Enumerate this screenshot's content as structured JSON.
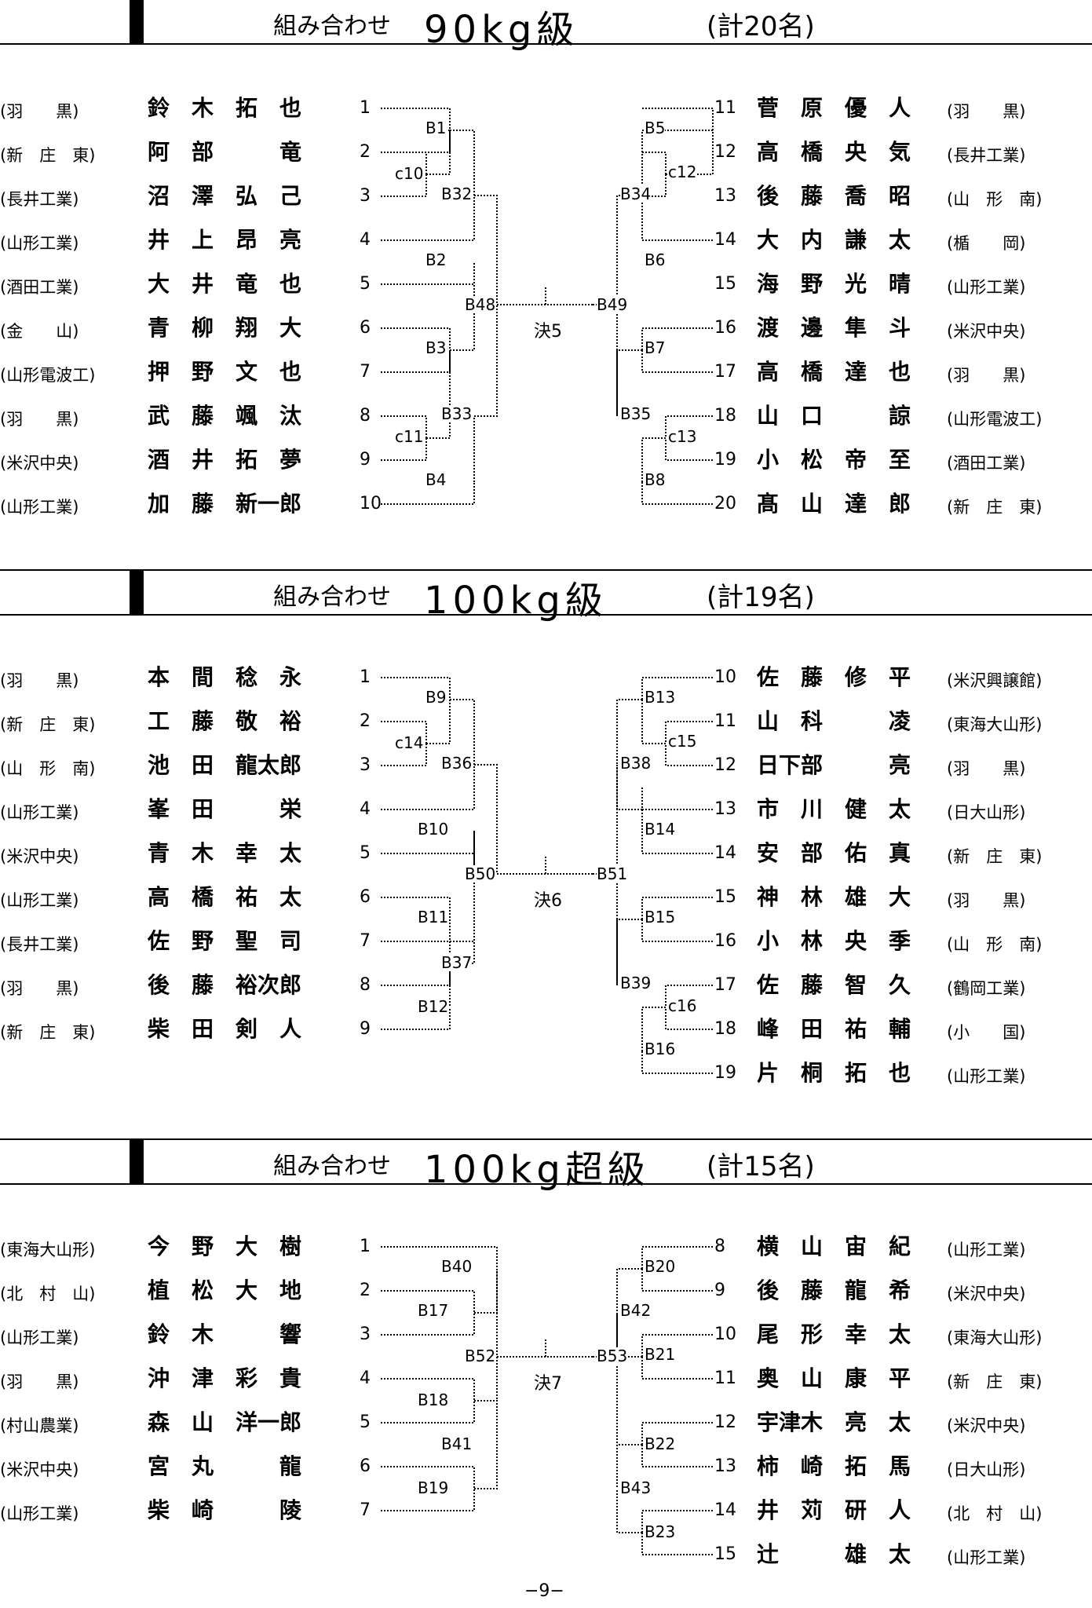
{
  "sections": [
    {
      "title_prefix": "組み合わせ",
      "weight_class": "90kg級",
      "total": "(計20名)",
      "final": "決5",
      "left": [
        {
          "no": "1",
          "team": "(羽　　黒)",
          "name": "鈴　木　拓　也"
        },
        {
          "no": "2",
          "team": "(新　庄　東)",
          "name": "阿　部　　　竜"
        },
        {
          "no": "3",
          "team": "(長井工業)",
          "name": "沼　澤　弘　己"
        },
        {
          "no": "4",
          "team": "(山形工業)",
          "name": "井　上　昂　亮"
        },
        {
          "no": "5",
          "team": "(酒田工業)",
          "name": "大　井　竜　也"
        },
        {
          "no": "6",
          "team": "(金　　山)",
          "name": "青　柳　翔　大"
        },
        {
          "no": "7",
          "team": "(山形電波工)",
          "name": "押　野　文　也"
        },
        {
          "no": "8",
          "team": "(羽　　黒)",
          "name": "武　藤　颯　汰"
        },
        {
          "no": "9",
          "team": "(米沢中央)",
          "name": "酒　井　拓　夢"
        },
        {
          "no": "10",
          "team": "(山形工業)",
          "name": "加　藤　新一郎"
        }
      ],
      "right": [
        {
          "no": "11",
          "team": "(羽　　黒)",
          "name": "菅　原　優　人"
        },
        {
          "no": "12",
          "team": "(長井工業)",
          "name": "高　橋　央　気"
        },
        {
          "no": "13",
          "team": "(山　形　南)",
          "name": "後　藤　喬　昭"
        },
        {
          "no": "14",
          "team": "(楯　　岡)",
          "name": "大　内　謙　太"
        },
        {
          "no": "15",
          "team": "(山形工業)",
          "name": "海　野　光　晴"
        },
        {
          "no": "16",
          "team": "(米沢中央)",
          "name": "渡　邊　隼　斗"
        },
        {
          "no": "17",
          "team": "(羽　　黒)",
          "name": "高　橋　達　也"
        },
        {
          "no": "18",
          "team": "(山形電波工)",
          "name": "山　口　　　諒"
        },
        {
          "no": "19",
          "team": "(酒田工業)",
          "name": "小　松　帝　至"
        },
        {
          "no": "20",
          "team": "(新　庄　東)",
          "name": "髙　山　達　郎"
        }
      ],
      "matches": [
        "B1",
        "c10",
        "B32",
        "B2",
        "B48",
        "B3",
        "B33",
        "c11",
        "B4",
        "B5",
        "c12",
        "B34",
        "B6",
        "B49",
        "B7",
        "B35",
        "c13",
        "B8"
      ]
    },
    {
      "title_prefix": "組み合わせ",
      "weight_class": "100kg級",
      "total": "(計19名)",
      "final": "決6",
      "left": [
        {
          "no": "1",
          "team": "(羽　　黒)",
          "name": "本　間　稔　永"
        },
        {
          "no": "2",
          "team": "(新　庄　東)",
          "name": "工　藤　敬　裕"
        },
        {
          "no": "3",
          "team": "(山　形　南)",
          "name": "池　田　龍太郎"
        },
        {
          "no": "4",
          "team": "(山形工業)",
          "name": "峯　田　　　栄"
        },
        {
          "no": "5",
          "team": "(米沢中央)",
          "name": "青　木　幸　太"
        },
        {
          "no": "6",
          "team": "(山形工業)",
          "name": "高　橋　祐　太"
        },
        {
          "no": "7",
          "team": "(長井工業)",
          "name": "佐　野　聖　司"
        },
        {
          "no": "8",
          "team": "(羽　　黒)",
          "name": "後　藤　裕次郎"
        },
        {
          "no": "9",
          "team": "(新　庄　東)",
          "name": "柴　田　剣　人"
        }
      ],
      "right": [
        {
          "no": "10",
          "team": "(米沢興譲館)",
          "name": "佐　藤　修　平"
        },
        {
          "no": "11",
          "team": "(東海大山形)",
          "name": "山　科　　　凌"
        },
        {
          "no": "12",
          "team": "(羽　　黒)",
          "name": "日下部　　　亮"
        },
        {
          "no": "13",
          "team": "(日大山形)",
          "name": "市　川　健　太"
        },
        {
          "no": "14",
          "team": "(新　庄　東)",
          "name": "安　部　佑　真"
        },
        {
          "no": "15",
          "team": "(羽　　黒)",
          "name": "神　林　雄　大"
        },
        {
          "no": "16",
          "team": "(山　形　南)",
          "name": "小　林　央　季"
        },
        {
          "no": "17",
          "team": "(鶴岡工業)",
          "name": "佐　藤　智　久"
        },
        {
          "no": "18",
          "team": "(小　　国)",
          "name": "峰　田　祐　輔"
        },
        {
          "no": "19",
          "team": "(山形工業)",
          "name": "片　桐　拓　也"
        }
      ],
      "matches": [
        "B9",
        "c14",
        "B36",
        "B10",
        "B50",
        "B11",
        "B37",
        "B12",
        "B13",
        "c15",
        "B38",
        "B14",
        "B51",
        "B15",
        "B39",
        "c16",
        "B16"
      ]
    },
    {
      "title_prefix": "組み合わせ",
      "weight_class": "100kg超級",
      "total": "(計15名)",
      "final": "決7",
      "left": [
        {
          "no": "1",
          "team": "(東海大山形)",
          "name": "今　野　大　樹"
        },
        {
          "no": "2",
          "team": "(北　村　山)",
          "name": "植　松　大　地"
        },
        {
          "no": "3",
          "team": "(山形工業)",
          "name": "鈴　木　　　響"
        },
        {
          "no": "4",
          "team": "(羽　　黒)",
          "name": "沖　津　彩　貴"
        },
        {
          "no": "5",
          "team": "(村山農業)",
          "name": "森　山　洋一郎"
        },
        {
          "no": "6",
          "team": "(米沢中央)",
          "name": "宮　丸　　　龍"
        },
        {
          "no": "7",
          "team": "(山形工業)",
          "name": "柴　崎　　　陵"
        }
      ],
      "right": [
        {
          "no": "8",
          "team": "(山形工業)",
          "name": "横　山　宙　紀"
        },
        {
          "no": "9",
          "team": "(米沢中央)",
          "name": "後　藤　龍　希"
        },
        {
          "no": "10",
          "team": "(東海大山形)",
          "name": "尾　形　幸　太"
        },
        {
          "no": "11",
          "team": "(新　庄　東)",
          "name": "奥　山　康　平"
        },
        {
          "no": "12",
          "team": "(米沢中央)",
          "name": "宇津木　亮　太"
        },
        {
          "no": "13",
          "team": "(日大山形)",
          "name": "柿　崎　拓　馬"
        },
        {
          "no": "14",
          "team": "(北　村　山)",
          "name": "井　苅　研　人"
        },
        {
          "no": "15",
          "team": "(山形工業)",
          "name": "辻　　　雄　太"
        }
      ],
      "matches": [
        "B40",
        "B17",
        "B52",
        "B18",
        "B41",
        "B19",
        "B20",
        "B42",
        "B21",
        "B53",
        "B22",
        "B43",
        "B23"
      ]
    }
  ],
  "page_number": "−9−"
}
